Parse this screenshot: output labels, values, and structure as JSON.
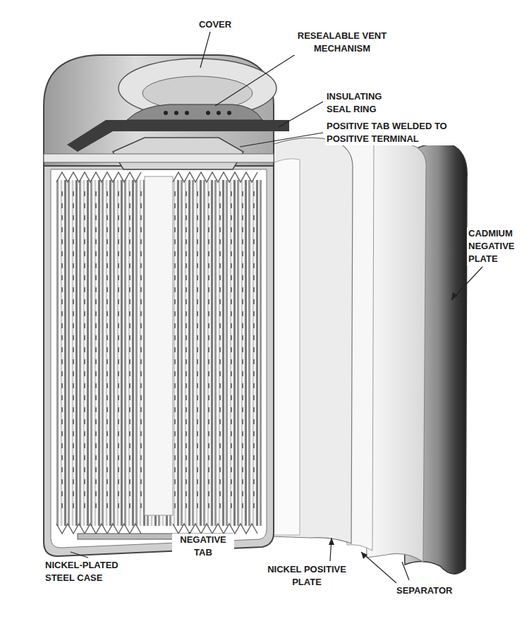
{
  "diagram": {
    "labels": [
      "COVER",
      "RESEALABLE VENT MECHANISM",
      "INSULATING SEAL RING",
      "POSITIVE TAB WELDED TO POSITIVE TERMINAL",
      "CADMIUM NEGATIVE PLATE",
      "NEGATIVE TAB",
      "NICKEL-PLATED STEEL CASE",
      "NICKEL POSITIVE PLATE",
      "SEPARATOR"
    ]
  }
}
